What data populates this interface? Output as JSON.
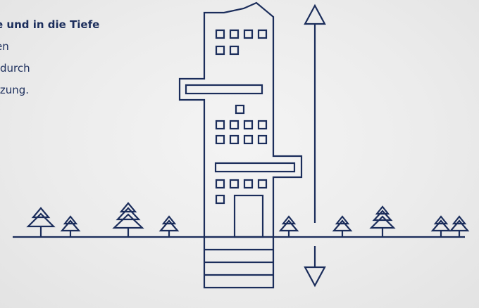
{
  "text": {
    "heading": "e und in die Tiefe",
    "lines": [
      "en",
      "durch",
      "tzung."
    ]
  },
  "colors": {
    "navy": "#1b2d5b",
    "background": "#ececec"
  }
}
